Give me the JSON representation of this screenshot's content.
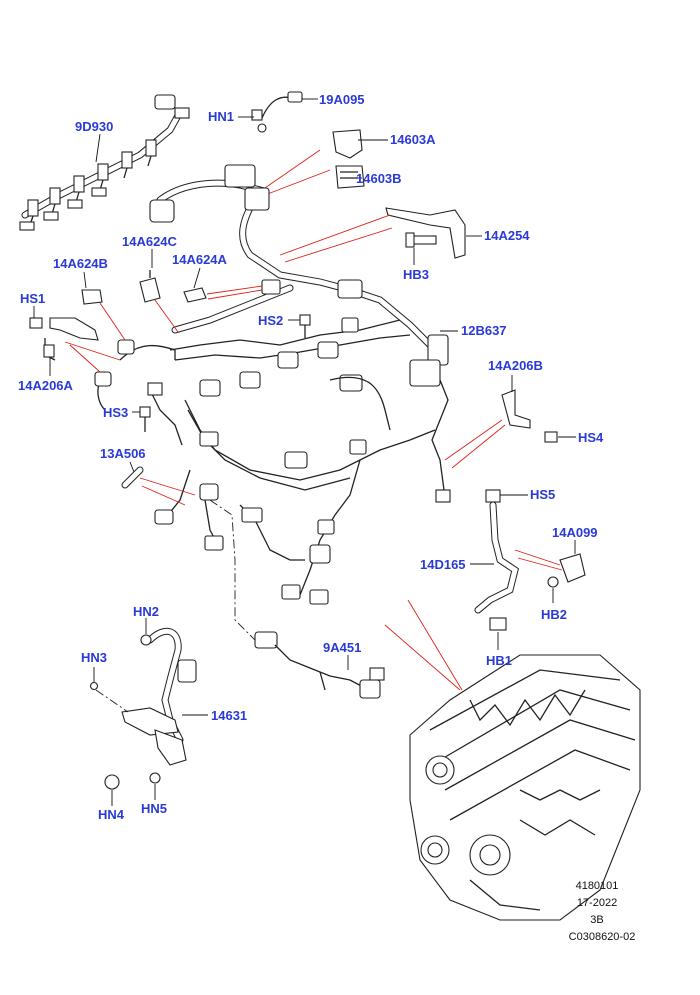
{
  "callouts": {
    "c_9D930": "9D930",
    "c_HN1": "HN1",
    "c_19A095": "19A095",
    "c_14603A": "14603A",
    "c_14603B": "14603B",
    "c_14A254": "14A254",
    "c_HB3": "HB3",
    "c_14A624C": "14A624C",
    "c_14A624B": "14A624B",
    "c_14A624A": "14A624A",
    "c_HS1": "HS1",
    "c_HS2": "HS2",
    "c_12B637": "12B637",
    "c_14A206A": "14A206A",
    "c_14A206B": "14A206B",
    "c_HS3": "HS3",
    "c_HS4": "HS4",
    "c_13A506": "13A506",
    "c_HS5": "HS5",
    "c_14A099": "14A099",
    "c_14D165": "14D165",
    "c_HB2": "HB2",
    "c_HN2": "HN2",
    "c_HB1": "HB1",
    "c_HN3": "HN3",
    "c_9A451": "9A451",
    "c_14631": "14631",
    "c_HN4": "HN4",
    "c_HN5": "HN5"
  },
  "info": {
    "line1": "4180101",
    "line2": "17-2022",
    "line3": "3B",
    "line4": "C0308620-02"
  },
  "colors": {
    "callout": "#2a3ad6",
    "leader_red": "#e0201a",
    "line": "#222222"
  }
}
